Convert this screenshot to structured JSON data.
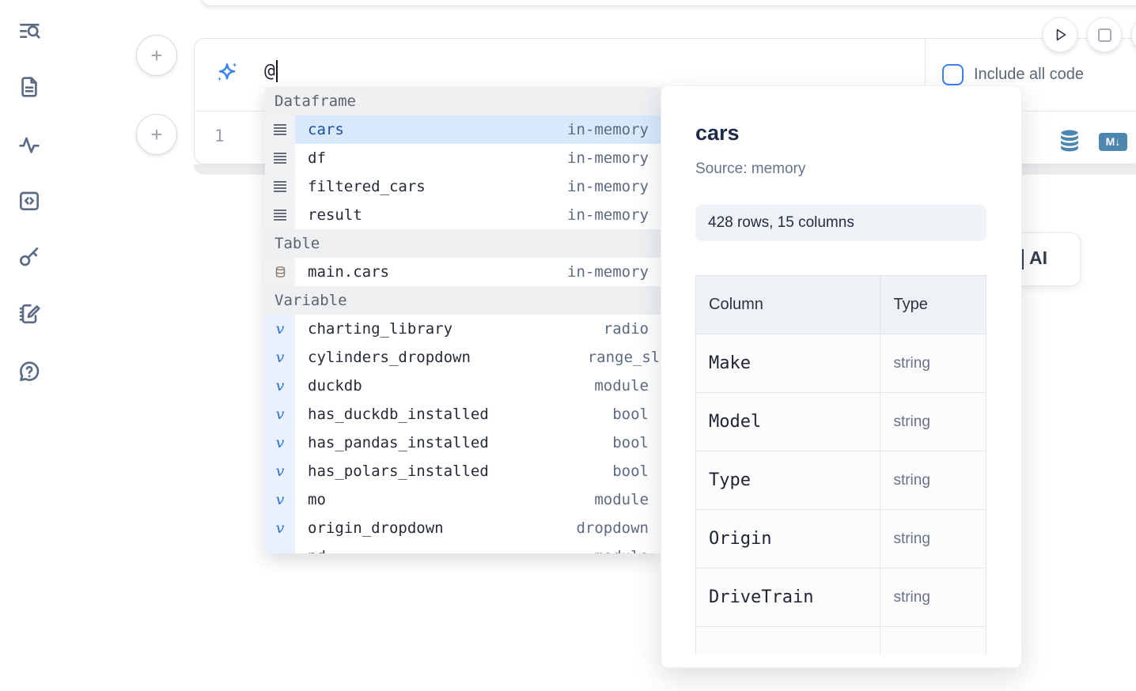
{
  "sidebar": {
    "icons": [
      "list-search-icon",
      "file-text-icon",
      "activity-icon",
      "code-box-icon",
      "key-icon",
      "notebook-pen-icon",
      "help-chat-icon"
    ]
  },
  "composer": {
    "prompt": {
      "value": "@"
    },
    "include_all_code_label": "Include all code",
    "editor": {
      "line_number": "1"
    },
    "markdown_badge": "M↓"
  },
  "autocomplete": {
    "sections": [
      {
        "label": "Dataframe",
        "kind": "dataframe",
        "items": [
          {
            "name": "cars",
            "type": "in-memory",
            "selected": true
          },
          {
            "name": "df",
            "type": "in-memory"
          },
          {
            "name": "filtered_cars",
            "type": "in-memory"
          },
          {
            "name": "result",
            "type": "in-memory"
          }
        ]
      },
      {
        "label": "Table",
        "kind": "table",
        "items": [
          {
            "name": "main.cars",
            "type": "in-memory"
          }
        ]
      },
      {
        "label": "Variable",
        "kind": "variable",
        "items": [
          {
            "name": "charting_library",
            "type": "radio"
          },
          {
            "name": "cylinders_dropdown",
            "type": "range_slider",
            "type_overflow": true
          },
          {
            "name": "duckdb",
            "type": "module"
          },
          {
            "name": "has_duckdb_installed",
            "type": "bool"
          },
          {
            "name": "has_pandas_installed",
            "type": "bool"
          },
          {
            "name": "has_polars_installed",
            "type": "bool"
          },
          {
            "name": "mo",
            "type": "module"
          },
          {
            "name": "origin_dropdown",
            "type": "dropdown"
          },
          {
            "name": "pd",
            "type": "module",
            "clipped": true
          }
        ]
      }
    ]
  },
  "preview": {
    "title": "cars",
    "source": "Source: memory",
    "shape": "428 rows, 15 columns",
    "table": {
      "headers": [
        "Column",
        "Type"
      ],
      "rows": [
        [
          "Make",
          "string"
        ],
        [
          "Model",
          "string"
        ],
        [
          "Type",
          "string"
        ],
        [
          "Origin",
          "string"
        ],
        [
          "DriveTrain",
          "string"
        ]
      ]
    }
  },
  "ai_button": {
    "label": "AI"
  },
  "colors": {
    "accent_blue": "#3b82f6",
    "selection_bg": "#d9e9fc",
    "selected_text": "#1a4fa8",
    "steel_blue_icon": "#4d86ae",
    "sidebar_icon": "#5b6b85"
  }
}
